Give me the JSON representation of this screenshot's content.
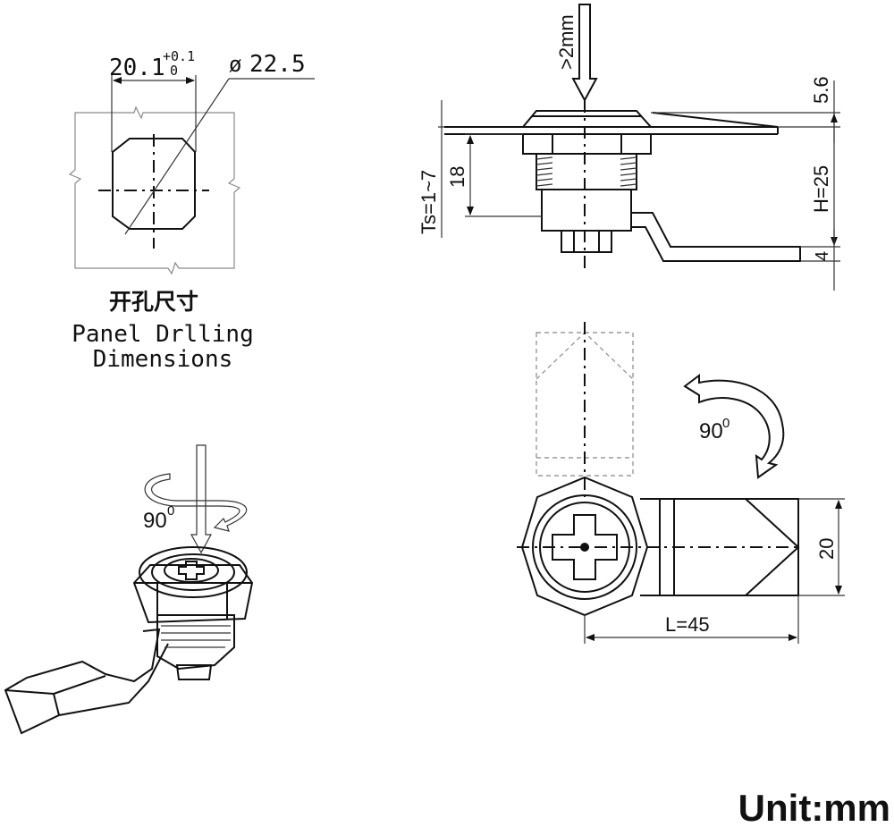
{
  "panel_drilling": {
    "width": "20.1",
    "tol_upper": "+0.1",
    "tol_lower": "0",
    "diameter": "22.5",
    "diameter_symbol": "ø",
    "caption_cn": "开孔尺寸",
    "caption_en_line1": "Panel Drlling",
    "caption_en_line2": "Dimensions"
  },
  "side_view": {
    "push": ">2mm",
    "dim_5_6": "5.6",
    "dim_h": "H=25",
    "dim_4": "4",
    "dim_18": "18",
    "dim_ts": "Ts=1~7"
  },
  "front_view": {
    "rotation": "90",
    "degree": "0",
    "dim_20": "20",
    "dim_l": "L=45"
  },
  "iso_view": {
    "rotation": "90",
    "degree": "0"
  },
  "unit_label": "Unit:mm"
}
